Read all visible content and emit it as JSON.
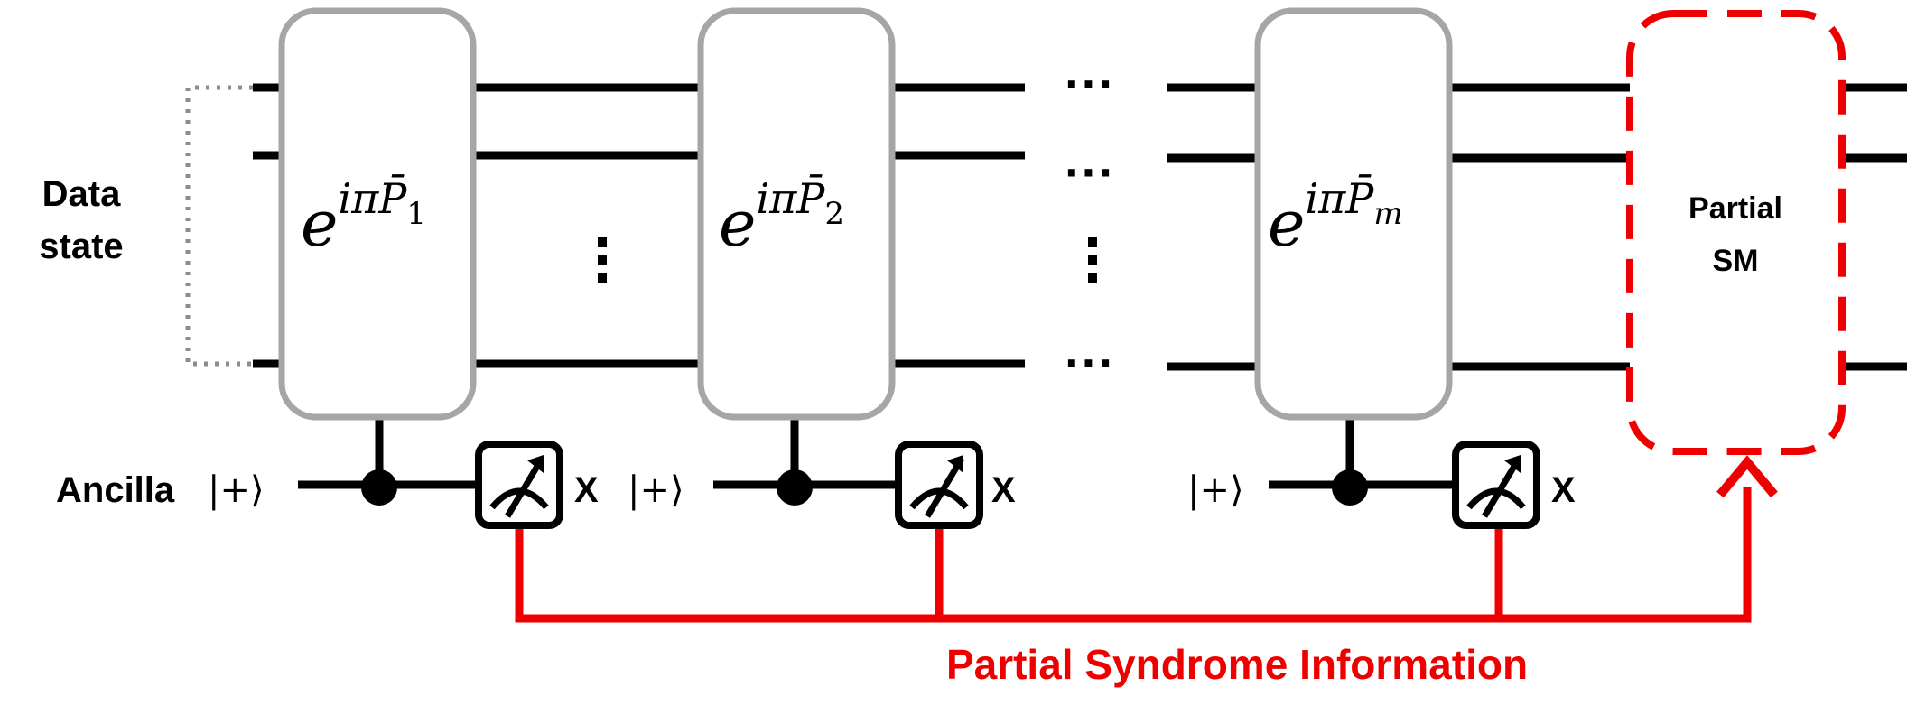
{
  "data_state_label": {
    "line1": "Data",
    "line2": "state"
  },
  "ancilla_label": "Ancilla",
  "ket_plus": "|+⟩",
  "gates": [
    {
      "base": "e",
      "exponent": "iπ",
      "operator": "P̄",
      "subscript": "1"
    },
    {
      "base": "e",
      "exponent": "iπ",
      "operator": "P̄",
      "subscript": "2"
    },
    {
      "base": "e",
      "exponent": "iπ",
      "operator": "P̄",
      "subscript": "m"
    }
  ],
  "measurement_basis": "X",
  "partial_sm": {
    "line1": "Partial",
    "line2": "SM"
  },
  "syndrome_label": "Partial Syndrome Information",
  "ellipsis_h": "···",
  "colors": {
    "wire": "#000000",
    "gate_border": "#a6a6a6",
    "syndrome": "#ee0000",
    "dotted_bracket": "#8c8c8c"
  },
  "icons": {
    "control": "filled-circle-control-icon",
    "meter": "measurement-meter-icon",
    "arrow": "up-arrow-icon"
  }
}
